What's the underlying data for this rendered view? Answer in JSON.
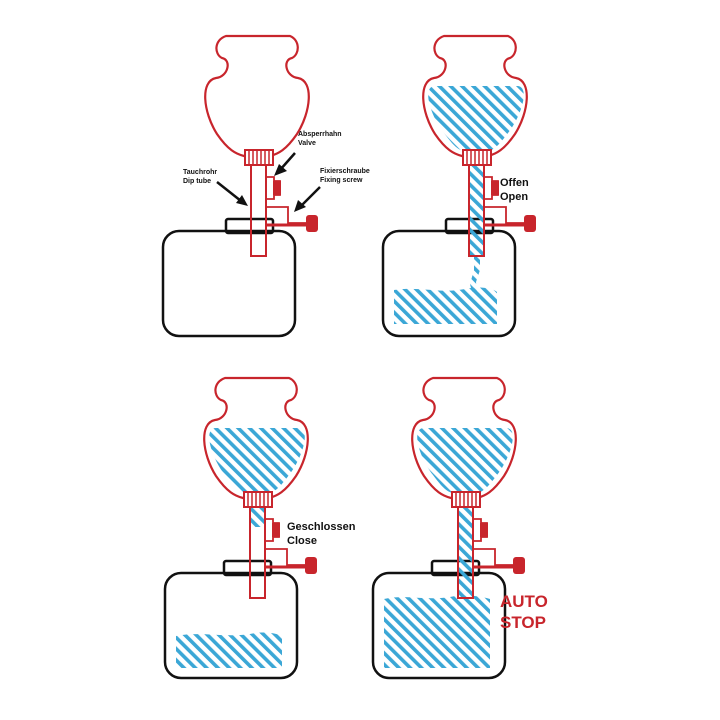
{
  "colors": {
    "bottle": "#c8252c",
    "water": "#3ba7d6",
    "canister": "#111111",
    "background": "#ffffff"
  },
  "panel1": {
    "valve_label_de": "Absperrhahn",
    "valve_label_en": "Valve",
    "tube_label_de": "Tauchrohr",
    "tube_label_en": "Dip tube",
    "screw_label_de": "Fixierschraube",
    "screw_label_en": "Fixing screw"
  },
  "panel2": {
    "state_de": "Offen",
    "state_en": "Open"
  },
  "panel3": {
    "state_de": "Geschlossen",
    "state_en": "Close"
  },
  "panel4": {
    "state_line1": "AUTO",
    "state_line2": "STOP"
  }
}
